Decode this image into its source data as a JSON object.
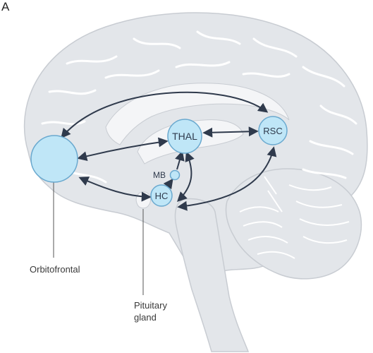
{
  "panel_letter": "A",
  "regions": {
    "thalamus": "THAL",
    "retrosplenial": "RSC",
    "mammillary_body": "MB",
    "hippocampus": "HC"
  },
  "callouts": {
    "orbitofrontal": "Orbitofrontal",
    "pituitary_line1": "Pituitary",
    "pituitary_line2": "gland"
  },
  "colors": {
    "brain_fill": "#e3e6ea",
    "sulcus_line": "#ffffff",
    "inner_structure": "#f4f5f7",
    "node_fill": "#bfe6f7",
    "node_stroke": "#6aa9cf",
    "arrow": "#2f3a4c"
  },
  "connections": [
    "Orbitofrontal ↔ RSC",
    "Orbitofrontal ↔ THAL",
    "Orbitofrontal ↔ HC",
    "THAL ↔ RSC",
    "RSC ↔ HC",
    "MB → THAL",
    "HC → MB",
    "HC ↔ THAL"
  ]
}
